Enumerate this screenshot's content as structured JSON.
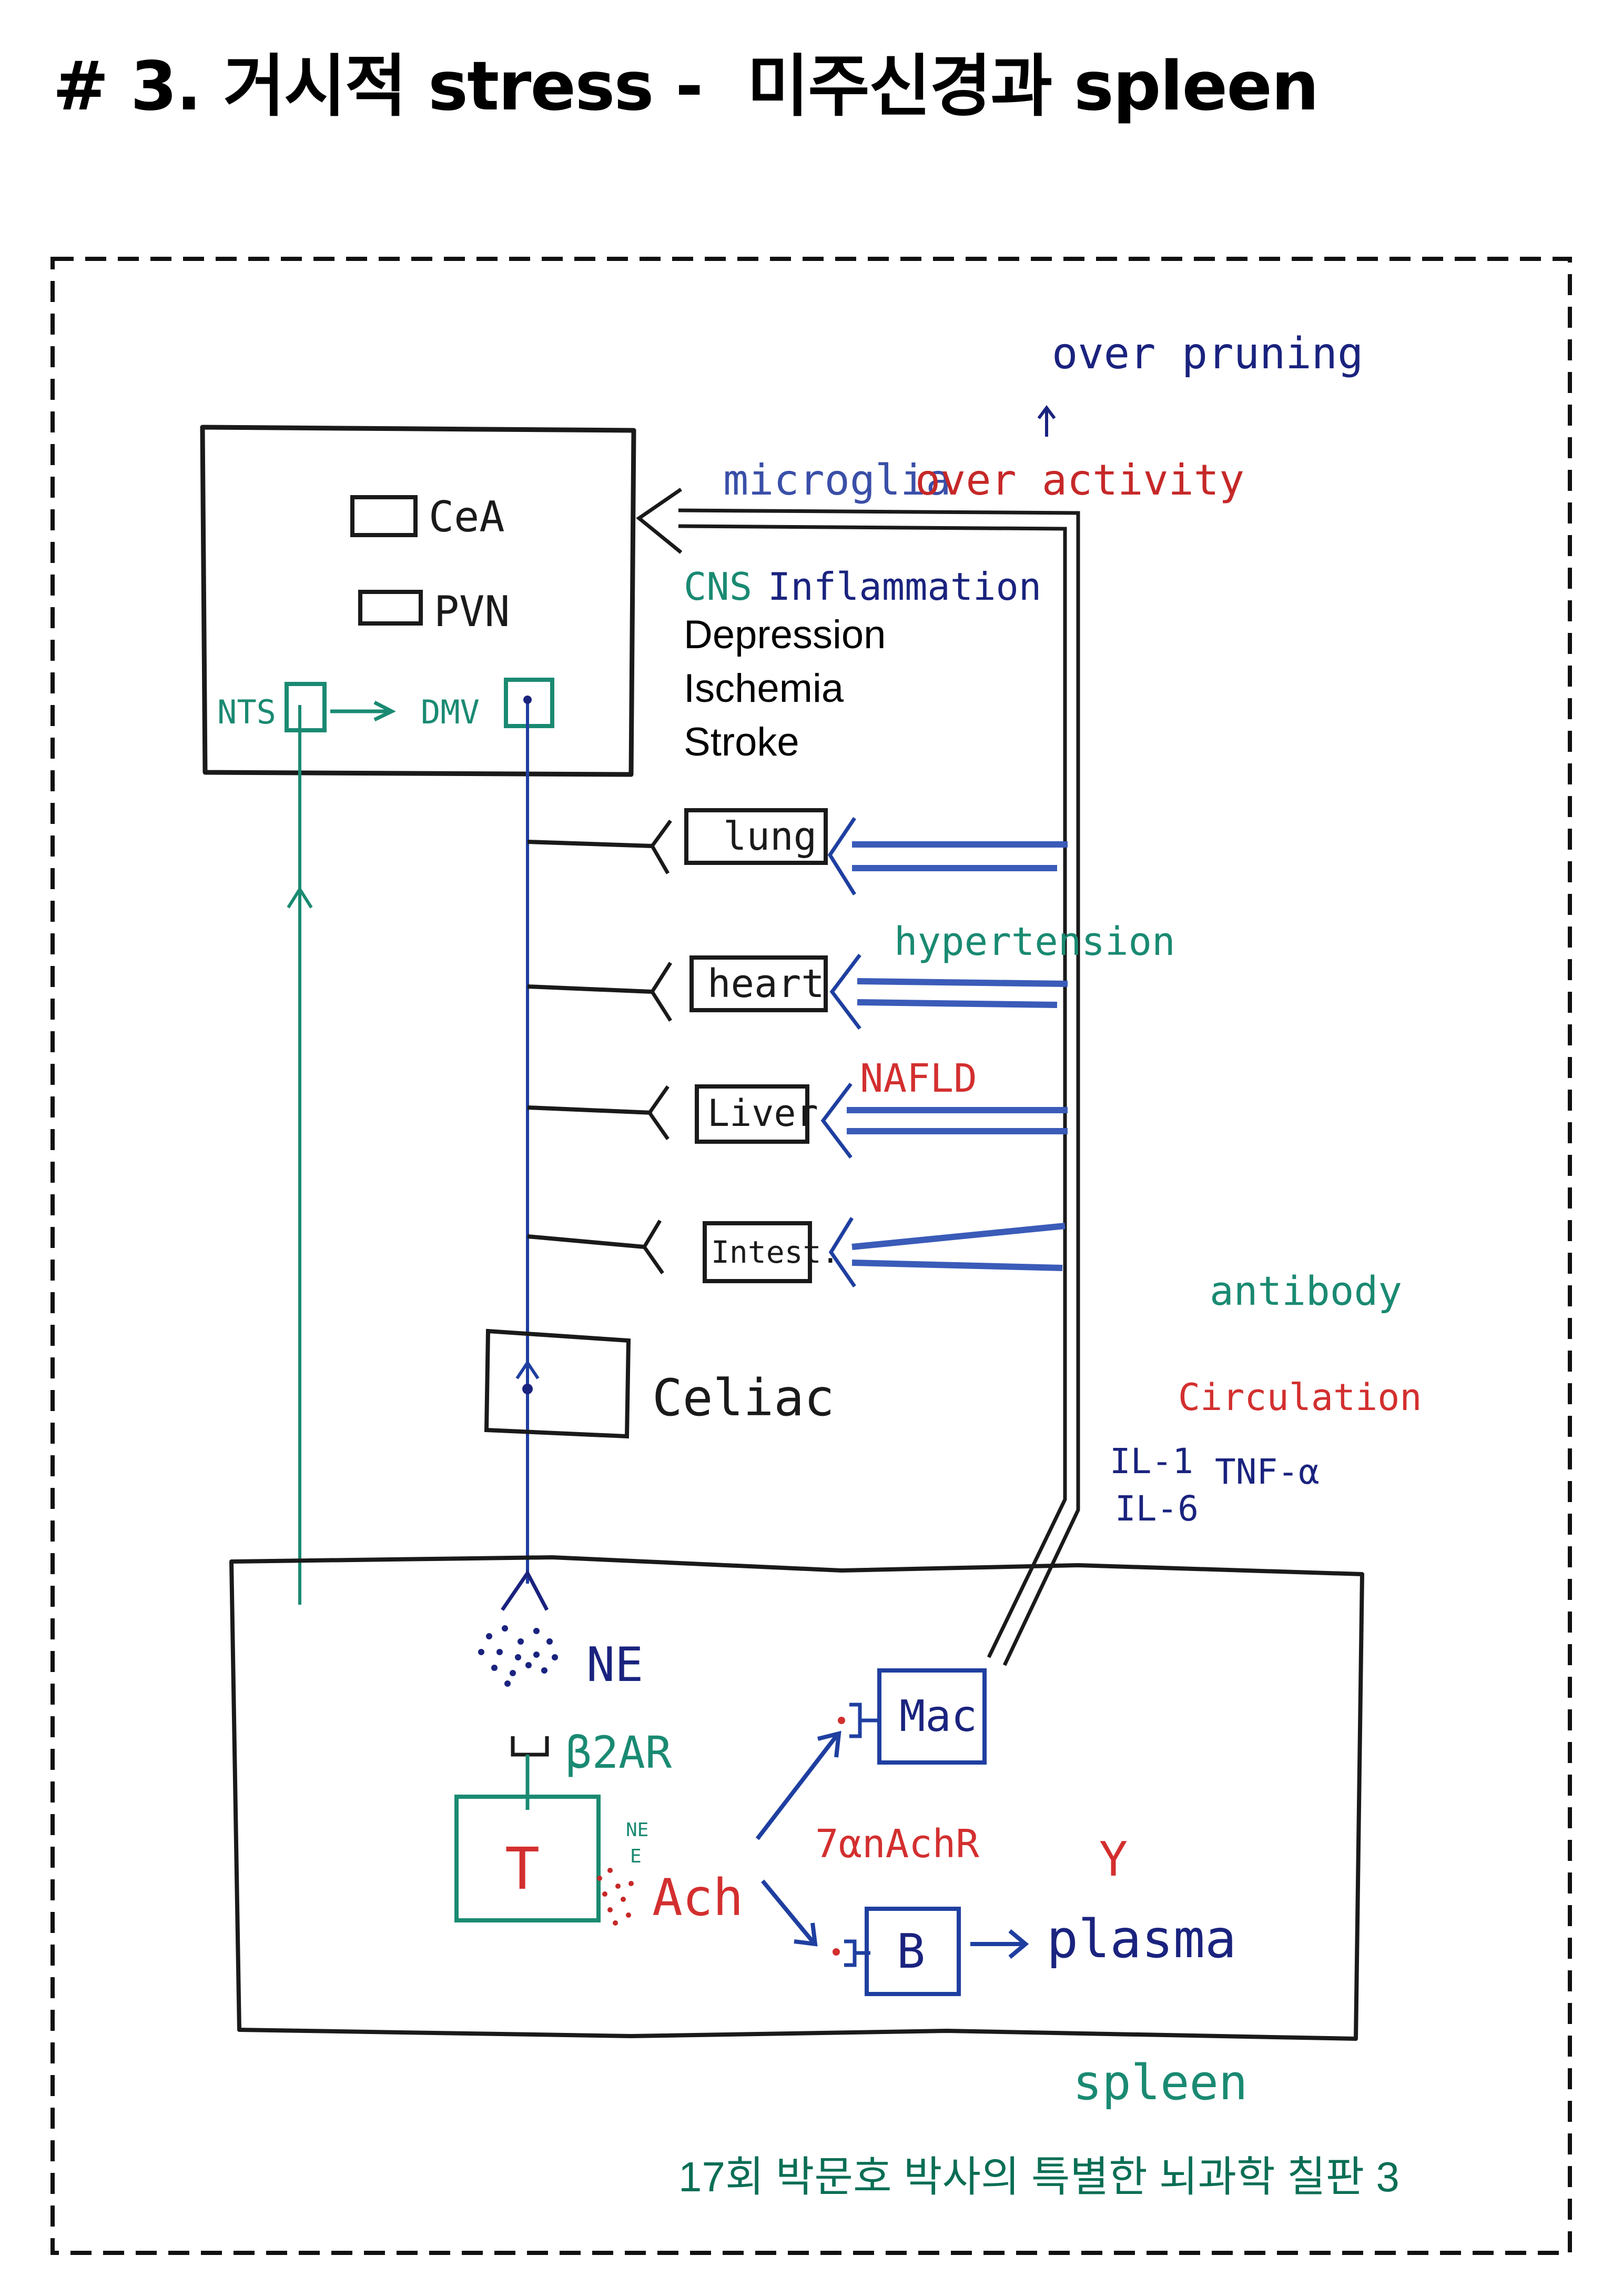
{
  "title": "# 3. 거시적 stress -  미주신경과 spleen",
  "colors": {
    "black": "#1a1a1a",
    "teal": "#1a8a72",
    "blue": "#1f3fa0",
    "navy": "#1a237e",
    "red": "#d32f2f",
    "footer_green": "#0a6e55"
  },
  "brain": {
    "nuclei": [
      "CeA",
      "PVN"
    ],
    "nts": "NTS",
    "dmv": "DMV"
  },
  "top_labels": {
    "over_pruning": "over pruning",
    "microglia": "microglia",
    "over_activity": "over activity",
    "cns": "CNS",
    "inflammation": "Inflammation"
  },
  "conditions": [
    "Depression",
    "Ischemia",
    "Stroke"
  ],
  "organs": [
    "lung",
    "heart",
    "Liver",
    "Intest."
  ],
  "organ_annotations": {
    "hypertension": "hypertension",
    "nafld": "NAFLD"
  },
  "ganglion": "Celiac",
  "circulation": {
    "antibody": "antibody",
    "circulation": "Circulation",
    "il1": "IL-1",
    "il6": "IL-6",
    "tnf": "TNF-α"
  },
  "spleen": {
    "label": "spleen",
    "ne": "NE",
    "b2ar": "β2AR",
    "t_cell": "T",
    "ne_small": "NE",
    "e_small": "E",
    "ach": "Ach",
    "receptor": "7αnAchR",
    "mac": "Mac",
    "b_cell": "B",
    "plasma": "plasma",
    "antibody_glyph": "Y"
  },
  "footer": "17회 박문호 박사의 특별한 뇌과학 칠판 3"
}
